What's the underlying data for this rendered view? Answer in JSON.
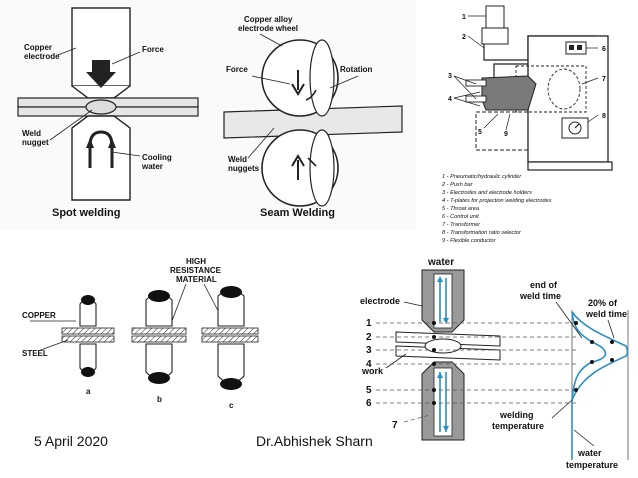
{
  "spot": {
    "copper_electrode_1": "Copper",
    "copper_electrode_2": "electrode",
    "force": "Force",
    "weld_1": "Weld",
    "weld_2": "nugget",
    "cooling_1": "Cooling",
    "cooling_2": "water",
    "caption": "Spot  welding"
  },
  "seam": {
    "wheel_1": "Copper alloy",
    "wheel_2": "electrode wheel",
    "force": "Force",
    "rotation": "Rotation",
    "weld_1": "Weld",
    "weld_2": "nuggets",
    "caption": "Seam Welding"
  },
  "machine": {
    "callouts": [
      "1",
      "2",
      "3",
      "4",
      "5",
      "6",
      "7",
      "8",
      "9"
    ],
    "legend": [
      "1 - Pneumatic/hydraulic cylinder",
      "2 - Push bar",
      "3 - Electrodes and electrode holders",
      "4 - T-plates for projection welding electrodes",
      "5 - Throat area",
      "6 - Control unit",
      "7 - Transformer",
      "8 - Transformation ratio selector",
      "9 - Flexible conductor"
    ]
  },
  "projection": {
    "high_1": "HIGH",
    "high_2": "RESISTANCE",
    "high_3": "MATERIAL",
    "copper": "COPPER",
    "steel": "STEEL",
    "a": "a",
    "b": "b",
    "c": "c"
  },
  "thermal": {
    "water_top": "water",
    "electrode": "electrode",
    "work": "work",
    "numbers": [
      "1",
      "2",
      "3",
      "4",
      "5",
      "6",
      "7"
    ],
    "end_1": "end of",
    "end_2": "weld time",
    "pct_1": "20% of",
    "pct_2": "weld time",
    "welding_1": "welding",
    "welding_2": "temperature",
    "water_t_1": "water",
    "water_t_2": "temperature",
    "accent": "#2a8fc4"
  },
  "footer": {
    "date": "5 April 2020",
    "author": "Dr.Abhishek Sharn"
  }
}
